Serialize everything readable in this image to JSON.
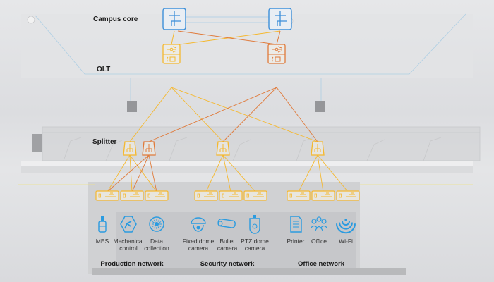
{
  "layers": {
    "campus_core": "Campus core",
    "olt": "OLT",
    "splitter": "Splitter"
  },
  "colors": {
    "core_blue": "#3d8fd9",
    "primary_yellow": "#f5b82e",
    "backup_orange": "#e07a3a",
    "endpoint_blue": "#2a9be0"
  },
  "nodes": {
    "core_switches": [
      {
        "id": "core-left",
        "icon": "core-switch-icon"
      },
      {
        "id": "core-right",
        "icon": "core-switch-icon"
      }
    ],
    "olts": [
      {
        "id": "olt-left",
        "color": "yellow"
      },
      {
        "id": "olt-right",
        "color": "orange"
      }
    ],
    "splitters": [
      {
        "id": "splitter-1",
        "color": "yellow"
      },
      {
        "id": "splitter-2",
        "color": "orange"
      },
      {
        "id": "splitter-3",
        "color": "yellow"
      },
      {
        "id": "splitter-4",
        "color": "yellow"
      }
    ],
    "onu_groups": [
      {
        "network": "production",
        "count": 3
      },
      {
        "network": "security",
        "count": 3
      },
      {
        "network": "office",
        "count": 3
      }
    ]
  },
  "endpoints": [
    {
      "icon": "mes-icon",
      "label_lines": [
        "MES"
      ]
    },
    {
      "icon": "robot-arm-icon",
      "label_lines": [
        "Mechanical",
        "control"
      ]
    },
    {
      "icon": "data-collection-icon",
      "label_lines": [
        "Data",
        "collection"
      ]
    },
    {
      "icon": "dome-camera-icon",
      "label_lines": [
        "Fixed dome",
        "camera"
      ]
    },
    {
      "icon": "bullet-camera-icon",
      "label_lines": [
        "Bullet",
        "camera"
      ]
    },
    {
      "icon": "ptz-camera-icon",
      "label_lines": [
        "PTZ dome",
        "camera"
      ]
    },
    {
      "icon": "printer-icon",
      "label_lines": [
        "Printer"
      ]
    },
    {
      "icon": "office-users-icon",
      "label_lines": [
        "Office"
      ]
    },
    {
      "icon": "wifi-icon",
      "label_lines": [
        "Wi-Fi"
      ]
    }
  ],
  "networks": [
    {
      "label": "Production network"
    },
    {
      "label": "Security network"
    },
    {
      "label": "Office network"
    }
  ]
}
